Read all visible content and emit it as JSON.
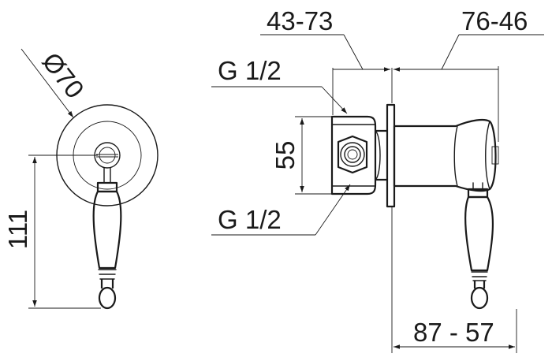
{
  "dimensions": {
    "diameter": "Ø70",
    "height": "111",
    "depth_top": "43-73",
    "width_top": "76-46",
    "inlet_top": "G 1/2",
    "spacing": "55",
    "inlet_bottom": "G 1/2",
    "depth_bottom": "87 - 57"
  }
}
